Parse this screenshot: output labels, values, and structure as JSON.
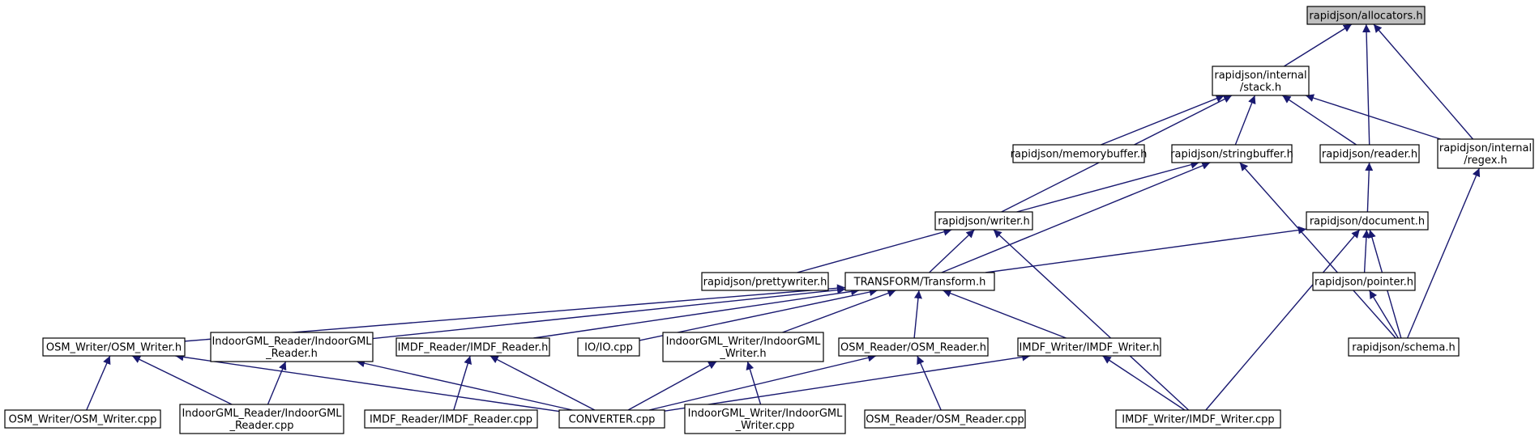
{
  "diagram": {
    "edge_color": "#191970",
    "root_fill": "#bfbfbf",
    "node_fill": "#ffffff"
  },
  "nodes": {
    "allocators": {
      "lines": [
        "rapidjson/allocators.h"
      ],
      "root": true
    },
    "stack": {
      "lines": [
        "rapidjson/internal",
        "/stack.h"
      ]
    },
    "memorybuffer": {
      "lines": [
        "rapidjson/memorybuffer.h"
      ]
    },
    "stringbuffer": {
      "lines": [
        "rapidjson/stringbuffer.h"
      ]
    },
    "reader": {
      "lines": [
        "rapidjson/reader.h"
      ]
    },
    "regex": {
      "lines": [
        "rapidjson/internal",
        "/regex.h"
      ]
    },
    "writer": {
      "lines": [
        "rapidjson/writer.h"
      ]
    },
    "document": {
      "lines": [
        "rapidjson/document.h"
      ]
    },
    "prettywriter": {
      "lines": [
        "rapidjson/prettywriter.h"
      ]
    },
    "transform": {
      "lines": [
        "TRANSFORM/Transform.h"
      ]
    },
    "pointer": {
      "lines": [
        "rapidjson/pointer.h"
      ]
    },
    "osm_writer_h": {
      "lines": [
        "OSM_Writer/OSM_Writer.h"
      ]
    },
    "indoorgml_reader_h": {
      "lines": [
        "IndoorGML_Reader/IndoorGML",
        "_Reader.h"
      ]
    },
    "imdf_reader_h": {
      "lines": [
        "IMDF_Reader/IMDF_Reader.h"
      ]
    },
    "io_cpp": {
      "lines": [
        "IO/IO.cpp"
      ]
    },
    "indoorgml_writer_h": {
      "lines": [
        "IndoorGML_Writer/IndoorGML",
        "_Writer.h"
      ]
    },
    "osm_reader_h": {
      "lines": [
        "OSM_Reader/OSM_Reader.h"
      ]
    },
    "imdf_writer_h": {
      "lines": [
        "IMDF_Writer/IMDF_Writer.h"
      ]
    },
    "schema": {
      "lines": [
        "rapidjson/schema.h"
      ]
    },
    "osm_writer_cpp": {
      "lines": [
        "OSM_Writer/OSM_Writer.cpp"
      ]
    },
    "indoorgml_reader_cpp": {
      "lines": [
        "IndoorGML_Reader/IndoorGML",
        "_Reader.cpp"
      ]
    },
    "imdf_reader_cpp": {
      "lines": [
        "IMDF_Reader/IMDF_Reader.cpp"
      ]
    },
    "converter": {
      "lines": [
        "CONVERTER.cpp"
      ]
    },
    "indoorgml_writer_cpp": {
      "lines": [
        "IndoorGML_Writer/IndoorGML",
        "_Writer.cpp"
      ]
    },
    "osm_reader_cpp": {
      "lines": [
        "OSM_Reader/OSM_Reader.cpp"
      ]
    },
    "imdf_writer_cpp": {
      "lines": [
        "IMDF_Writer/IMDF_Writer.cpp"
      ]
    }
  },
  "edges": [
    {
      "from": "stack",
      "to": "allocators"
    },
    {
      "from": "reader",
      "to": "allocators"
    },
    {
      "from": "regex",
      "to": "allocators"
    },
    {
      "from": "memorybuffer",
      "to": "stack"
    },
    {
      "from": "stringbuffer",
      "to": "stack"
    },
    {
      "from": "reader",
      "to": "stack"
    },
    {
      "from": "regex",
      "to": "stack"
    },
    {
      "from": "writer",
      "to": "stack"
    },
    {
      "from": "document",
      "to": "reader"
    },
    {
      "from": "writer",
      "to": "stringbuffer"
    },
    {
      "from": "transform",
      "to": "stringbuffer"
    },
    {
      "from": "schema",
      "to": "stringbuffer"
    },
    {
      "from": "prettywriter",
      "to": "writer"
    },
    {
      "from": "transform",
      "to": "writer"
    },
    {
      "from": "imdf_writer_cpp",
      "to": "writer"
    },
    {
      "from": "transform",
      "to": "document"
    },
    {
      "from": "pointer",
      "to": "document"
    },
    {
      "from": "schema",
      "to": "document"
    },
    {
      "from": "imdf_writer_cpp",
      "to": "document"
    },
    {
      "from": "schema",
      "to": "pointer"
    },
    {
      "from": "schema",
      "to": "regex"
    },
    {
      "from": "osm_writer_h",
      "to": "transform"
    },
    {
      "from": "indoorgml_reader_h",
      "to": "transform"
    },
    {
      "from": "imdf_reader_h",
      "to": "transform"
    },
    {
      "from": "io_cpp",
      "to": "transform"
    },
    {
      "from": "indoorgml_writer_h",
      "to": "transform"
    },
    {
      "from": "osm_reader_h",
      "to": "transform"
    },
    {
      "from": "imdf_writer_h",
      "to": "transform"
    },
    {
      "from": "osm_writer_cpp",
      "to": "osm_writer_h"
    },
    {
      "from": "indoorgml_reader_cpp",
      "to": "osm_writer_h"
    },
    {
      "from": "converter",
      "to": "osm_writer_h"
    },
    {
      "from": "indoorgml_reader_cpp",
      "to": "indoorgml_reader_h"
    },
    {
      "from": "converter",
      "to": "indoorgml_reader_h"
    },
    {
      "from": "imdf_reader_cpp",
      "to": "imdf_reader_h"
    },
    {
      "from": "converter",
      "to": "imdf_reader_h"
    },
    {
      "from": "converter",
      "to": "indoorgml_writer_h"
    },
    {
      "from": "indoorgml_writer_cpp",
      "to": "indoorgml_writer_h"
    },
    {
      "from": "converter",
      "to": "osm_reader_h"
    },
    {
      "from": "osm_reader_cpp",
      "to": "osm_reader_h"
    },
    {
      "from": "converter",
      "to": "imdf_writer_h"
    },
    {
      "from": "imdf_writer_cpp",
      "to": "imdf_writer_h"
    }
  ]
}
